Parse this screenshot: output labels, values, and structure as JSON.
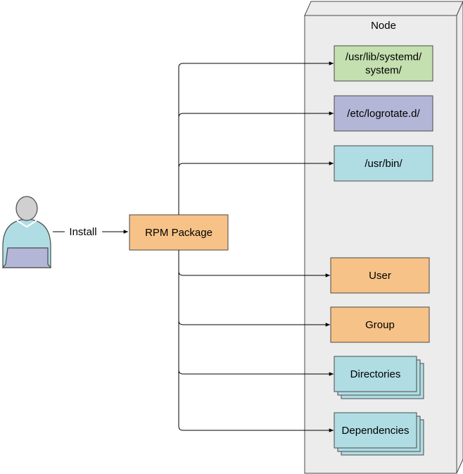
{
  "node": {
    "title": "Node"
  },
  "user_edge_label": "Install",
  "package": {
    "label": "RPM Package"
  },
  "targets": [
    {
      "id": "systemd",
      "lines": [
        "/usr/lib/systemd/",
        "system/"
      ],
      "kind": "box",
      "color": "#c5e0b0"
    },
    {
      "id": "logrotate",
      "lines": [
        "/etc/logrotate.d/"
      ],
      "kind": "box",
      "color": "#b4b6d7"
    },
    {
      "id": "usrbin",
      "lines": [
        "/usr/bin/"
      ],
      "kind": "box",
      "color": "#b0dde4"
    },
    {
      "id": "user",
      "lines": [
        "User"
      ],
      "kind": "box",
      "color": "#f6c287"
    },
    {
      "id": "group",
      "lines": [
        "Group"
      ],
      "kind": "box",
      "color": "#f6c287"
    },
    {
      "id": "directories",
      "lines": [
        "Directories"
      ],
      "kind": "stack",
      "color": "#b0dde4"
    },
    {
      "id": "dependencies",
      "lines": [
        "Dependencies"
      ],
      "kind": "stack",
      "color": "#b0dde4"
    }
  ],
  "colors": {
    "node_fill": "#ececec",
    "package_fill": "#f6c287",
    "person_head": "#d0d0d0",
    "person_body": "#b0dde4",
    "laptop": "#b4b6d7",
    "stroke": "#000000"
  }
}
